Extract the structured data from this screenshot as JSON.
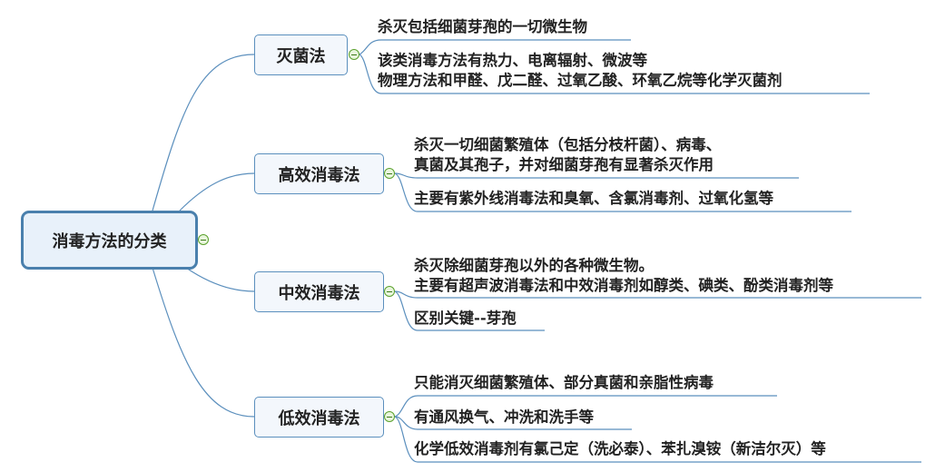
{
  "root": {
    "label": "消毒方法的分类"
  },
  "branches": [
    {
      "label": "灭菌法",
      "leaves": [
        {
          "lines": [
            "杀灭包括细菌芽孢的一切微生物"
          ]
        },
        {
          "lines": [
            "该类消毒方法有热力、电离辐射、微波等",
            "物理方法和甲醛、戊二醛、过氧乙酸、环氧乙烷等化学灭菌剂"
          ]
        }
      ]
    },
    {
      "label": "高效消毒法",
      "leaves": [
        {
          "lines": [
            "杀灭一切细菌繁殖体（包括分枝杆菌）、病毒、",
            "真菌及其孢子，并对细菌芽孢有显著杀灭作用"
          ]
        },
        {
          "lines": [
            "主要有紫外线消毒法和臭氧、含氯消毒剂、过氧化氢等"
          ]
        }
      ]
    },
    {
      "label": "中效消毒法",
      "leaves": [
        {
          "lines": [
            "杀灭除细菌芽孢以外的各种微生物。",
            "主要有超声波消毒法和中效消毒剂如醇类、碘类、酚类消毒剂等"
          ]
        },
        {
          "lines": [
            "区别关键--芽孢"
          ]
        }
      ]
    },
    {
      "label": "低效消毒法",
      "leaves": [
        {
          "lines": [
            "只能消灭细菌繁殖体、部分真菌和亲脂性病毒"
          ]
        },
        {
          "lines": [
            "有通风换气、冲洗和洗手等"
          ]
        },
        {
          "lines": [
            "化学低效消毒剂有氯己定（洗必泰）、苯扎溴铵（新洁尔灭）等"
          ]
        }
      ]
    }
  ],
  "colors": {
    "line": "#5b8fbd",
    "root_border": "#4a80ad",
    "toggle": "#5aa02c"
  }
}
